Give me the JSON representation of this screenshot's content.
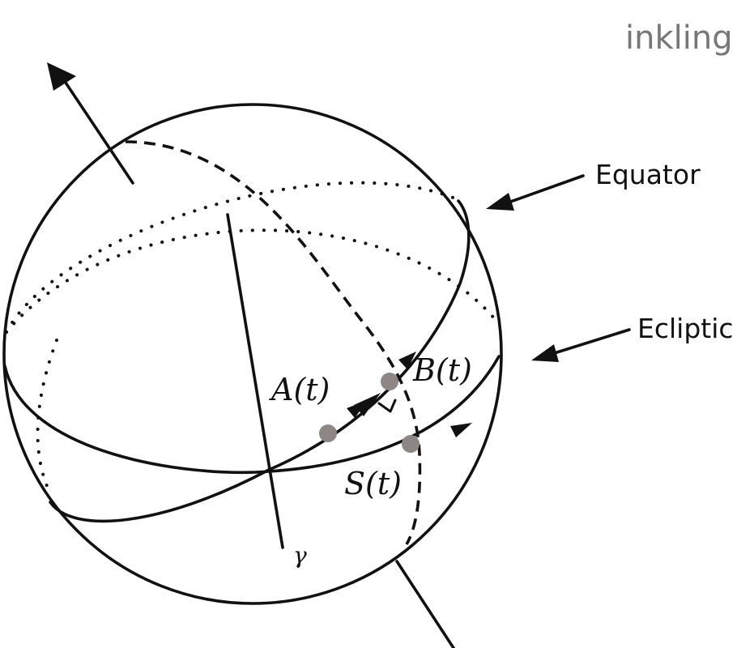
{
  "brand": {
    "logo_text": "inkling"
  },
  "labels": {
    "equator": "Equator",
    "ecliptic": "Ecliptic",
    "point_a": "A(t)",
    "point_b": "B(t)",
    "point_s": "S(t)",
    "vernal_point": "γ"
  },
  "colors": {
    "stroke": "#111111",
    "point_fill": "#8e8585",
    "logo": "#777777"
  }
}
